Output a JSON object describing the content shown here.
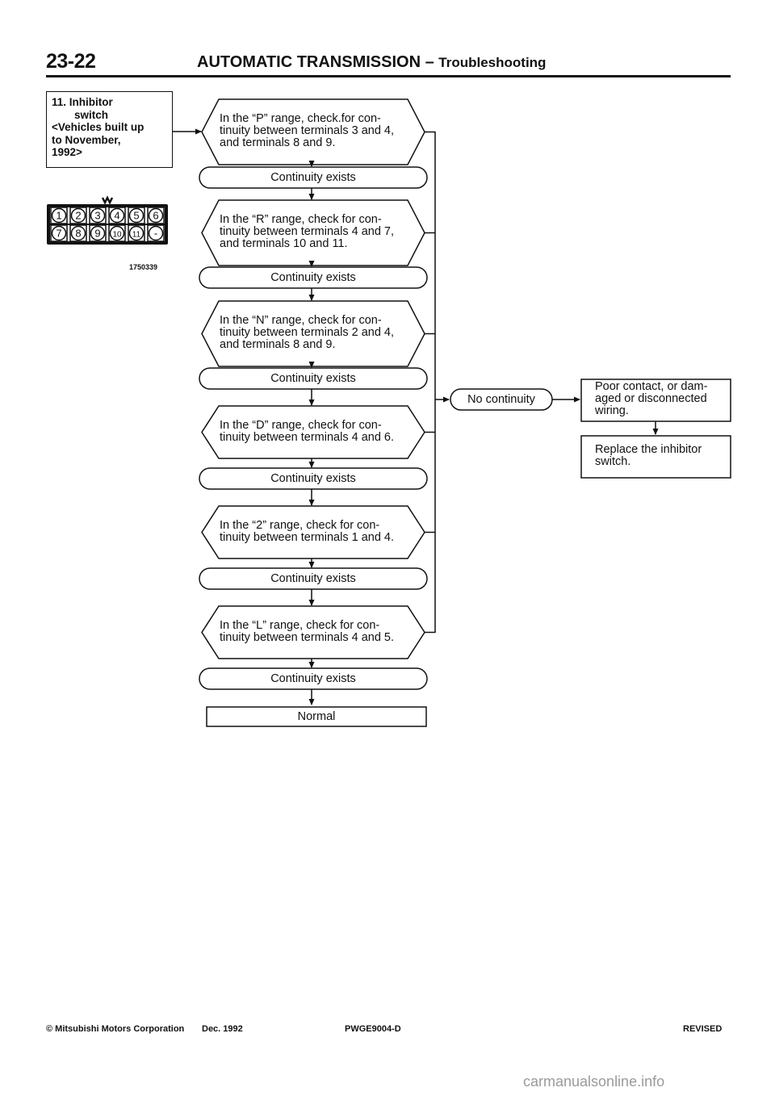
{
  "header": {
    "page_number": "23-22",
    "title": "AUTOMATIC TRANSMISSION",
    "separator": "–",
    "subtitle": "Troubleshooting"
  },
  "item": {
    "line1": "11. Inhibitor",
    "line2": "switch",
    "line3": "<Vehicles built up",
    "line4": "to November,",
    "line5": "1992>"
  },
  "connector": {
    "terminals_top": [
      "1",
      "2",
      "3",
      "4",
      "5",
      "6"
    ],
    "terminals_bottom": [
      "7",
      "8",
      "9",
      "10",
      "11",
      "-"
    ],
    "figure_number": "1750339"
  },
  "checks": [
    {
      "lines": [
        "In the “P” range, check.for con-",
        "tinuity between terminals 3 and 4,",
        "and terminals 8 and 9."
      ]
    },
    {
      "lines": [
        "In the “R” range, check for con-",
        "tinuity between terminals 4 and 7,",
        "and terminals 10 and 11."
      ]
    },
    {
      "lines": [
        "In the “N” range, check for con-",
        "tinuity between terminals 2 and 4,",
        "and terminals 8 and 9."
      ]
    },
    {
      "lines": [
        "In the “D” range, check for con-",
        "tinuity between terminals 4 and 6."
      ]
    },
    {
      "lines": [
        "In the “2” range, check for con-",
        "tinuity between terminals 1 and 4."
      ]
    },
    {
      "lines": [
        "In the “L” range, check for con-",
        "tinuity between terminals 4 and 5."
      ]
    }
  ],
  "continuity_label": "Continuity exists",
  "normal_label": "Normal",
  "no_continuity_label": "No continuity",
  "fault_box": {
    "lines": [
      "Poor contact, or dam-",
      "aged or disconnected",
      "wiring."
    ]
  },
  "replace_box": {
    "lines": [
      "Replace the inhibitor",
      "switch."
    ]
  },
  "footer": {
    "copyright": "© Mitsubishi Motors Corporation",
    "date": "Dec. 1992",
    "code": "PWGE9004-D",
    "status": "REVISED"
  },
  "watermark": "carmanualsonline.info"
}
